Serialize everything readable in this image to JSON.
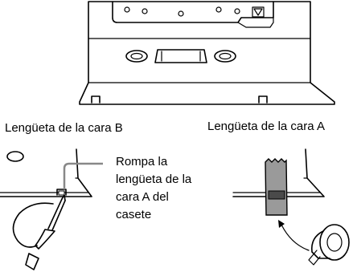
{
  "labels": {
    "tab_side_b": "Lengüeta de la cara B",
    "tab_side_a": "Lengüeta de la cara A",
    "instruction_line1": "Rompa la",
    "instruction_line2": "lengüeta de la",
    "instruction_line3": "cara A del",
    "instruction_line4": "casete"
  },
  "icons": {
    "cassette": "cassette-icon",
    "screwdriver": "screwdriver-icon",
    "tape_roll": "adhesive-tape-roll-icon"
  },
  "colors": {
    "ink": "#000000",
    "callout_gray": "#888888",
    "tape_fill": "#9a9a9a",
    "tab_fill": "#4a4a4a"
  }
}
